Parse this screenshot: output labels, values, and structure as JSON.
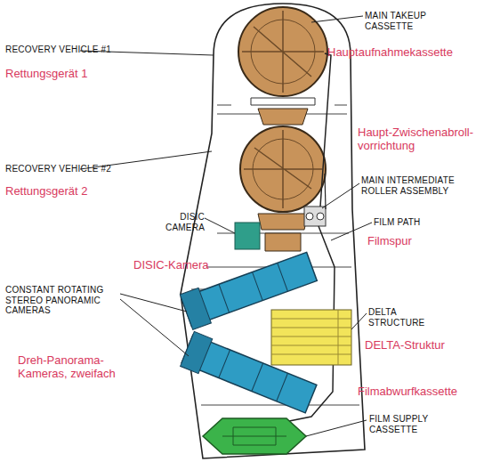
{
  "diagram": {
    "labels": [
      "MAIN TAKEUP CASSETTE",
      "Hauptaufnahmekassette",
      "RECOVERY VEHICLE #1",
      "Rettungsgerät 1",
      "RECOVERY VEHICLE #2",
      "Rettungsgerät 2",
      "Haupt-Zwischenabroll- vorrichtung",
      "MAIN INTERMEDIATE ROLLER ASSEMBLY",
      "DISIC CAMERA",
      "FILM PATH",
      "Filmspur",
      "DISIC-Kamera",
      "CONSTANT ROTATING STEREO PANORAMIC CAMERAS",
      "DELTA STRUCTURE",
      "DELTA-Struktur",
      "Dreh-Panorama- Kameras, zweifach",
      "Filmabwurfkassette",
      "FILM SUPPLY CASSETTE"
    ]
  }
}
